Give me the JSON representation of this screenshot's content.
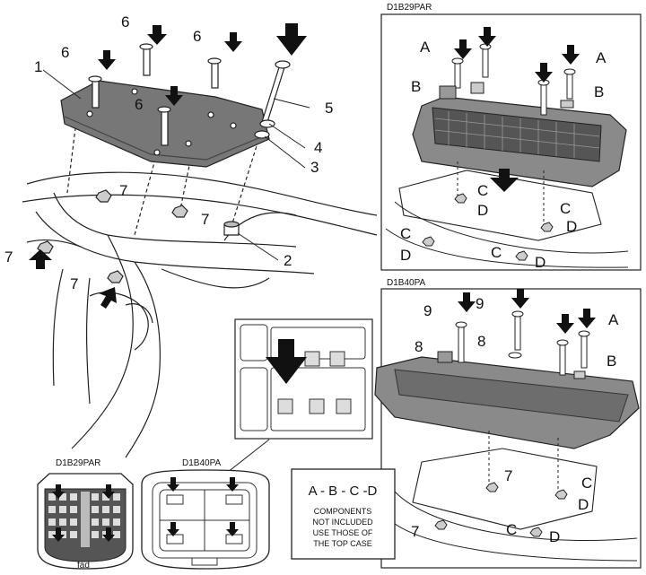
{
  "main_view": {
    "callouts": [
      "1",
      "6",
      "6",
      "6",
      "6",
      "5",
      "4",
      "3",
      "2",
      "7",
      "7",
      "7",
      "7"
    ]
  },
  "panel_top": {
    "title": "D1B29PAR",
    "callouts": [
      "A",
      "A",
      "B",
      "B",
      "C",
      "C",
      "C",
      "C",
      "D",
      "D",
      "D",
      "D"
    ]
  },
  "panel_bottom": {
    "title": "D1B40PA",
    "callouts": [
      "9",
      "9",
      "8",
      "8",
      "A",
      "B",
      "7",
      "7",
      "C",
      "C",
      "D",
      "D"
    ]
  },
  "thumbnails": {
    "left_title": "D1B29PAR",
    "right_title": "D1B40PA",
    "left_marking": "fad"
  },
  "legend": {
    "heading": "A - B - C -D",
    "lines": [
      "COMPONENTS",
      "NOT INCLUDED",
      "USE THOSE OF",
      "THE TOP CASE"
    ]
  }
}
